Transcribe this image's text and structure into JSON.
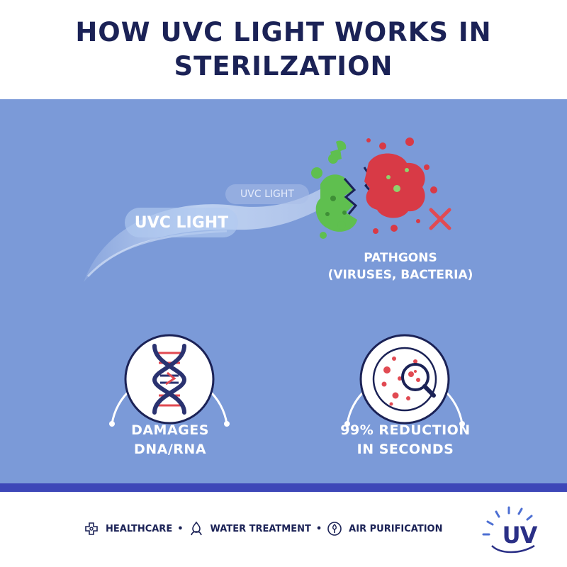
{
  "header": {
    "title": "HOW UVC LIGHT WORKS IN STERILZATION"
  },
  "beam": {
    "label_small": "UVC LIGHT",
    "label_large": "UVC LIGHT"
  },
  "pathogens": {
    "label_line1": "PATHGONS",
    "label_line2": "(VIRUSES, BACTERIA)"
  },
  "features": [
    {
      "icon": "dna-helix-icon",
      "caption_line1": "DAMAGES",
      "caption_line2": "DNA/RNA"
    },
    {
      "icon": "petri-dish-magnifier-icon",
      "caption_line1": "99% REDUCTION",
      "caption_line2": "IN SECONDS"
    }
  ],
  "footer": {
    "applications": [
      {
        "icon": "healthcare-cross-icon",
        "label": "HEALTHCARE"
      },
      {
        "icon": "water-drop-person-icon",
        "label": "WATER TREATMENT"
      },
      {
        "icon": "air-filter-icon",
        "label": "AIR PURIFICATION"
      }
    ],
    "separator": "•",
    "logo_text": "UV"
  },
  "colors": {
    "title": "#1b2256",
    "panel": "#7b9ad8",
    "stripe": "#3d47b8",
    "beam": "#cfe0f8",
    "virus_green": "#5fbf4f",
    "virus_red": "#d83a46",
    "dna_blue": "#2a3270",
    "dna_red": "#e14a52"
  }
}
